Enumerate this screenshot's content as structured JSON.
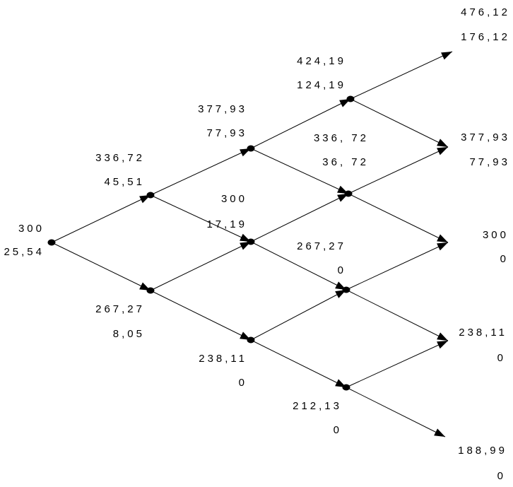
{
  "colors": {
    "line": "#000000",
    "node": "#000000",
    "text": "#000000",
    "background": "#ffffff"
  },
  "tree": {
    "nodes": [
      {
        "id": "n00",
        "price": "300",
        "value": "25,54"
      },
      {
        "id": "n10",
        "price": "336,72",
        "value": "45,51"
      },
      {
        "id": "n11",
        "price": "267,27",
        "value": "8,05"
      },
      {
        "id": "n20",
        "price": "377,93",
        "value": "77,93"
      },
      {
        "id": "n21",
        "price": "300",
        "value": "17,19"
      },
      {
        "id": "n22",
        "price": "238,11",
        "value": "0"
      },
      {
        "id": "n30",
        "price": "424,19",
        "value": "124,19"
      },
      {
        "id": "n31",
        "price": "336, 72",
        "value": "36, 72"
      },
      {
        "id": "n32",
        "price": "267,27",
        "value": "0"
      },
      {
        "id": "n33",
        "price": "212,13",
        "value": "0"
      },
      {
        "id": "n40",
        "price": "476,12",
        "value": "176,12"
      },
      {
        "id": "n41",
        "price": "377,93",
        "value": "77,93"
      },
      {
        "id": "n42",
        "price": "300",
        "value": "0"
      },
      {
        "id": "n43",
        "price": "238,11",
        "value": "0"
      },
      {
        "id": "n44",
        "price": "188,99",
        "value": "0"
      }
    ],
    "edges": [
      [
        "n00",
        "n10"
      ],
      [
        "n00",
        "n11"
      ],
      [
        "n10",
        "n20"
      ],
      [
        "n10",
        "n21"
      ],
      [
        "n11",
        "n21"
      ],
      [
        "n11",
        "n22"
      ],
      [
        "n20",
        "n30"
      ],
      [
        "n20",
        "n31"
      ],
      [
        "n21",
        "n31"
      ],
      [
        "n21",
        "n32"
      ],
      [
        "n22",
        "n32"
      ],
      [
        "n22",
        "n33"
      ],
      [
        "n30",
        "n40"
      ],
      [
        "n30",
        "n41"
      ],
      [
        "n31",
        "n41"
      ],
      [
        "n31",
        "n42"
      ],
      [
        "n32",
        "n42"
      ],
      [
        "n32",
        "n43"
      ],
      [
        "n33",
        "n43"
      ],
      [
        "n33",
        "n44"
      ]
    ]
  }
}
